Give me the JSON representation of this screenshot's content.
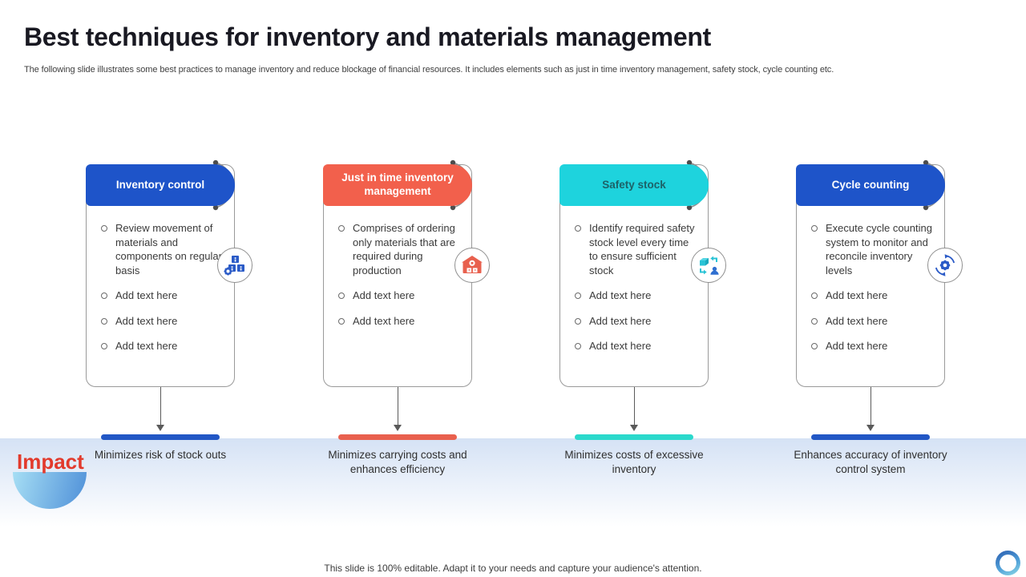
{
  "title": "Best techniques for inventory and materials management",
  "subtitle": "The following slide illustrates some best practices to manage inventory and reduce blockage of financial resources. It includes elements such as just in time inventory management, safety stock, cycle counting etc.",
  "impact_label": "Impact",
  "footer": "This slide is 100% editable. Adapt it to your needs and capture your audience's attention.",
  "colors": {
    "blue_accent": "#1e54c9",
    "tomato_accent": "#f2604c",
    "cyan_accent": "#1ed3dd",
    "cyan_header_text": "#1d6268",
    "bar_blue": "#2257c5",
    "bar_tomato": "#e9604e",
    "bar_teal": "#2bd9cc",
    "impact_red": "#e23a2c",
    "band_blue": "#d5e2f5"
  },
  "columns": [
    {
      "header": "Inventory control",
      "accent": "#1e54c9",
      "icon": "inventory-boxes-gear-icon",
      "bullets": [
        "Review movement of materials and components on regular basis",
        "Add text here",
        "Add text here",
        "Add text here"
      ],
      "impact": "Minimizes risk of stock outs",
      "bar_color": "#2257c5"
    },
    {
      "header": "Just in time inventory management",
      "accent": "#f2604c",
      "icon": "warehouse-icon",
      "bullets": [
        "Comprises of ordering only materials that are required during production",
        "Add text here",
        "Add text here"
      ],
      "impact": "Minimizes carrying costs and enhances efficiency",
      "bar_color": "#e9604e"
    },
    {
      "header": "Safety stock",
      "accent": "#1ed3dd",
      "icon": "supply-cycle-person-icon",
      "bullets": [
        "Identify required safety stock level every time to ensure sufficient stock",
        "Add text here",
        "Add text here",
        "Add text here"
      ],
      "impact": "Minimizes costs of excessive inventory",
      "bar_color": "#2bd9cc"
    },
    {
      "header": "Cycle counting",
      "accent": "#1e54c9",
      "icon": "gear-sync-arrows-icon",
      "bullets": [
        "Execute cycle counting system to monitor and reconcile inventory levels",
        "Add text here",
        "Add text here",
        "Add text here"
      ],
      "impact": "Enhances accuracy of inventory control system",
      "bar_color": "#2257c5"
    }
  ]
}
